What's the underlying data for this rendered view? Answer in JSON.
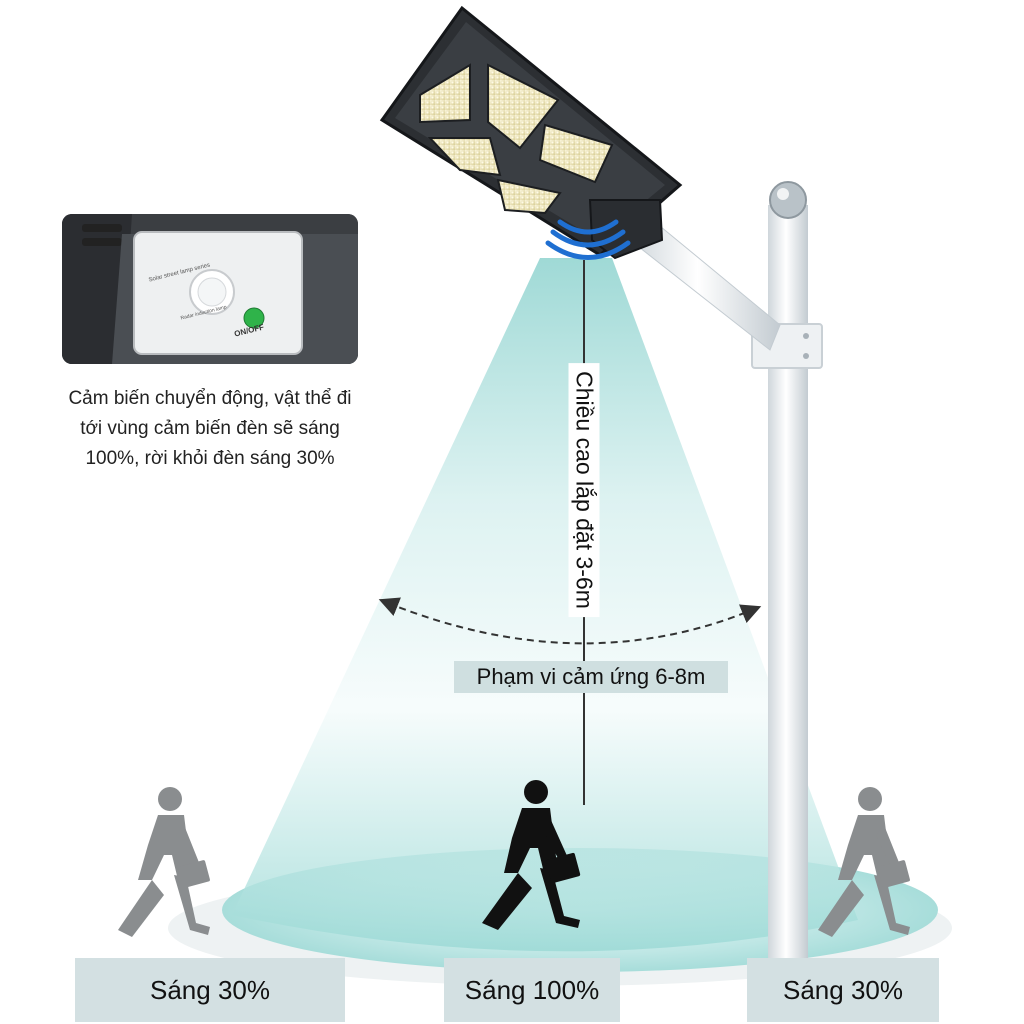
{
  "sensor_caption": [
    "Cảm biến chuyển động, vật thể đi",
    "tới vùng cảm biến đèn sẽ sáng",
    "100%, rời khỏi đèn sáng 30%"
  ],
  "inset": {
    "module_text": "Solar street lamp series",
    "module_subtext": "Radar induction lamp",
    "switch_label": "ON/OFF"
  },
  "height_label": "Chiều cao lắp đặt 3-6m",
  "range_label": "Phạm vi cảm ứng 6-8m",
  "brightness": {
    "left": "Sáng 30%",
    "center": "Sáng 100%",
    "right": "Sáng 30%"
  },
  "colors": {
    "beam": "#8fd3cf",
    "floor_glow": "#bfe7e5",
    "lamp_body": "#2c2f33",
    "led_panel": "#e9e2b8",
    "sensor_wave": "#1f6fd1",
    "pole": "#e9edf0",
    "label_bg": "#d3e0e2",
    "switch_green": "#2fb34a"
  },
  "icons": [
    "pir-sensor-icon",
    "radar-wave-icon",
    "walking-man-icon",
    "briefcase-icon"
  ]
}
